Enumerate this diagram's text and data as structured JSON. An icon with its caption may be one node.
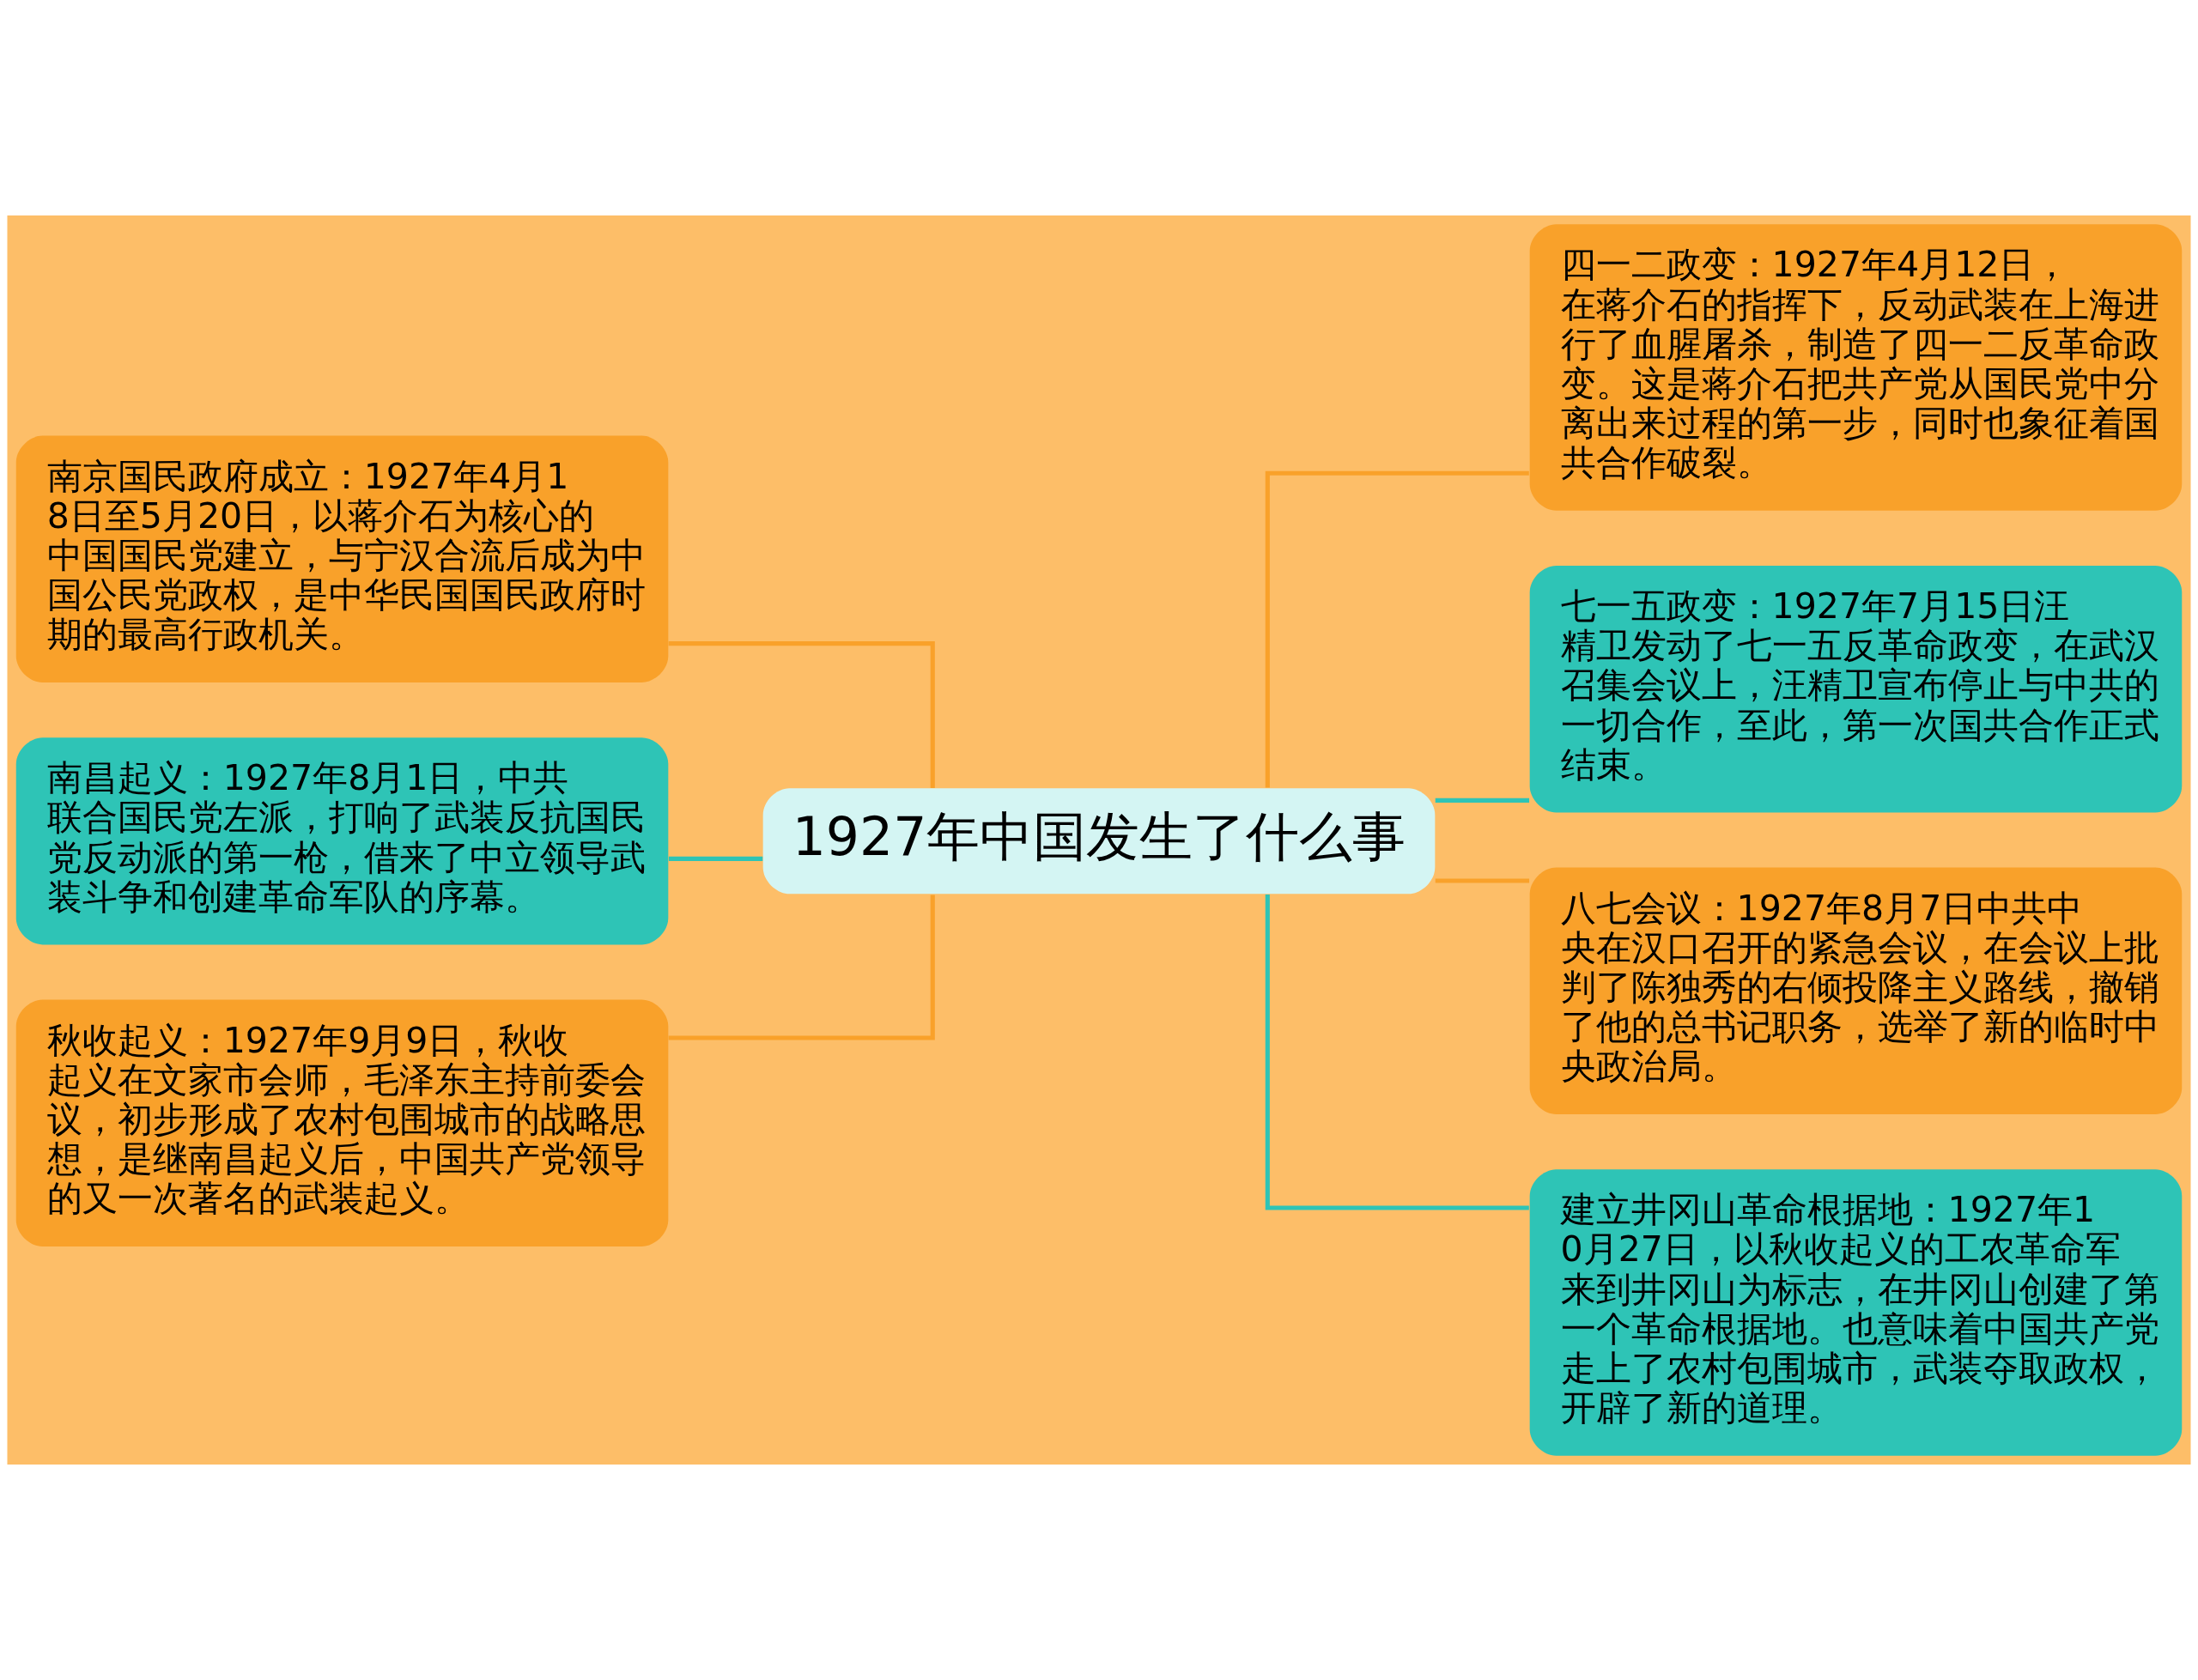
{
  "diagram": {
    "nodes": [
      {
        "text": [
          "1927年中国发生了什么事"
        ]
      },
      {
        "text": [
          "南京国民政府成立：1927年4月18日至5月20日，以蒋介石为核心的中国国民党建立，与宁汉合流后成为中国公民党政权，是中华民国国民政府时期的最高行政机关。"
        ]
      },
      {
        "text": [
          "南昌起义：1927年8月1日，中共联合国民党左派，打响了武装反抗国民党反动派的第一枪，借来了中立领导武装斗争和创建革命军队的序幕。"
        ]
      },
      {
        "text": [
          "秋收起义：1927年9月9日，秋收起义在文家市会师，毛泽东主持前委会议，初步形成了农村包围城市的战略思想，是继南昌起义后，中国共产党领导的又一次著名的武装起义。"
        ]
      },
      {
        "text": [
          "四一二政变：1927年4月12日，在蒋介石的指挥下，反动武装在上海进行了血腥屠杀，制造了四一二反革命政变。这是蒋介石把共产党从国民党中分离出来过程的第一步，同时也象征着国共合作破裂。"
        ]
      },
      {
        "text": [
          "七一五政变：1927年7月15日汪精卫发动了七一五反革命政变，在武汉召集会议上，汪精卫宣布停止与中共的一切合作，至此，第一次国共合作正式结束。"
        ]
      },
      {
        "text": [
          "八七会议：1927年8月7日中共中央在汉口召开的紧急会议，在会议上批判了陈独秀的右倾投降主义路线，撤销了他的总书记职务，选举了新的临时中央政治局。"
        ]
      },
      {
        "text": [
          "建立井冈山革命根据地：1927年10月27日，以秋收起义的工农革命军来到井冈山为标志，在井冈山创建了第一个革命根据地。也意味着中国共产党走上了农村包围城市，武装夺取政权，开辟了新的道理。"
        ]
      }
    ],
    "edges": [
      {
        "from": 0,
        "to": 1,
        "arrow": "none"
      },
      {
        "from": 0,
        "to": 2,
        "arrow": "none",
        "color": "#2ec4b6"
      },
      {
        "from": 0,
        "to": 3,
        "arrow": "none"
      },
      {
        "from": 0,
        "to": 4,
        "arrow": "none"
      },
      {
        "from": 0,
        "to": 5,
        "arrow": "none",
        "color": "#2ec4b6"
      },
      {
        "from": 0,
        "to": 6,
        "arrow": "none"
      },
      {
        "from": 0,
        "to": 7,
        "arrow": "none",
        "color": "#2ec4b6"
      }
    ]
  }
}
